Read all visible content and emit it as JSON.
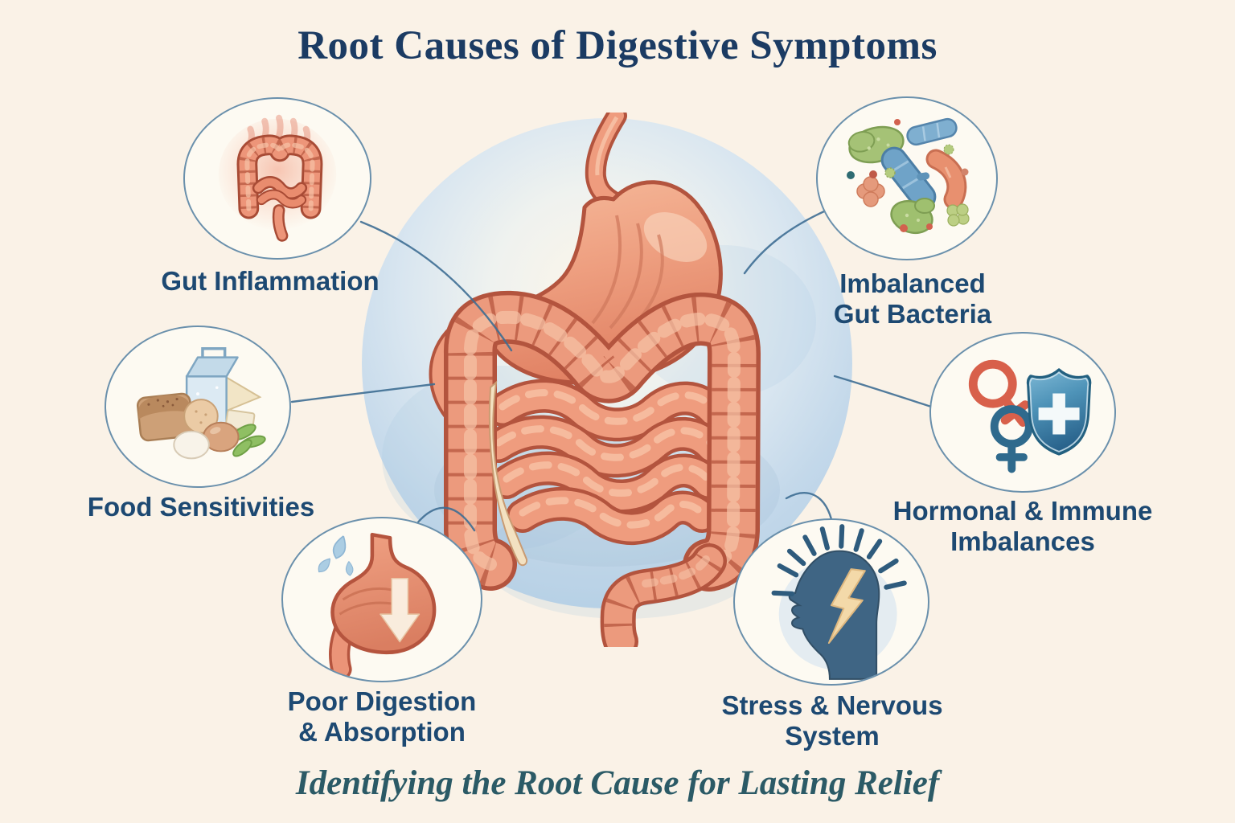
{
  "title": "Root Causes of Digestive Symptoms",
  "footer": "Identifying the Root Cause for Lasting Relief",
  "center": {
    "illustration": "digestive-system",
    "description": "stomach and intestines on blue watercolor circle"
  },
  "nodes": [
    {
      "id": "gut-inflammation",
      "label": "Gut Inflammation",
      "icon": "inflamed-intestines-icon"
    },
    {
      "id": "imbalanced-gut-bacteria",
      "label": "Imbalanced\nGut Bacteria",
      "icon": "bacteria-icon"
    },
    {
      "id": "food-sensitivities",
      "label": "Food Sensitivities",
      "icon": "trigger-foods-icon"
    },
    {
      "id": "hormonal-immune-imbalances",
      "label": "Hormonal & Immune\nImbalances",
      "icon": "gender-symbols-shield-icon"
    },
    {
      "id": "poor-digestion-absorption",
      "label": "Poor Digestion\n& Absorption",
      "icon": "stomach-down-arrow-icon"
    },
    {
      "id": "stress-nervous-system",
      "label": "Stress & Nervous\nSystem",
      "icon": "stressed-head-icon"
    }
  ],
  "palette": {
    "background": "#FAF2E7",
    "title_text": "#1B3B63",
    "label_text": "#1D4972",
    "footer_text": "#2B5A66",
    "circle_border": "#6A90AC",
    "connector_line": "#3E6E93",
    "center_blue": "#B4CFE5",
    "organ_salmon": "#EC9A7D",
    "organ_outline": "#B3543E",
    "bacteria_blue": "#6FA3C8",
    "bacteria_green": "#9FC06F",
    "bacteria_red": "#E08365",
    "shield_blue": "#2E6A92",
    "venus_red": "#D8604B",
    "venus_blue": "#2F6A8D",
    "head_blue": "#3F6584",
    "lightning_cream": "#F3D9A9"
  }
}
